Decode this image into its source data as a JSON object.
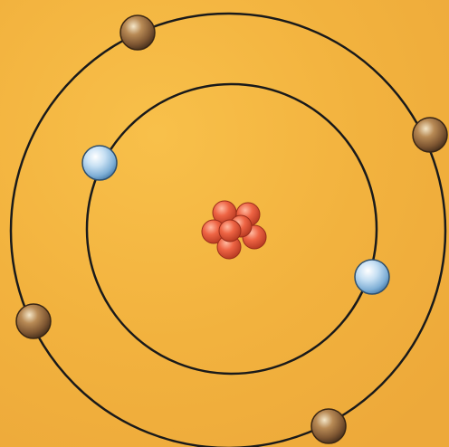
{
  "diagram": {
    "subject": "atom model",
    "background_color": "#F3B640",
    "orbit_color": "#1a1a1a",
    "nucleus": {
      "particle_count": 7,
      "particle_color": "#E8583A"
    },
    "orbits": [
      {
        "name": "inner-shell",
        "electron_count": 2,
        "electron_color": "#9CC6E6"
      },
      {
        "name": "outer-shell",
        "electron_count": 4,
        "electron_color": "#9A6E40"
      }
    ]
  }
}
